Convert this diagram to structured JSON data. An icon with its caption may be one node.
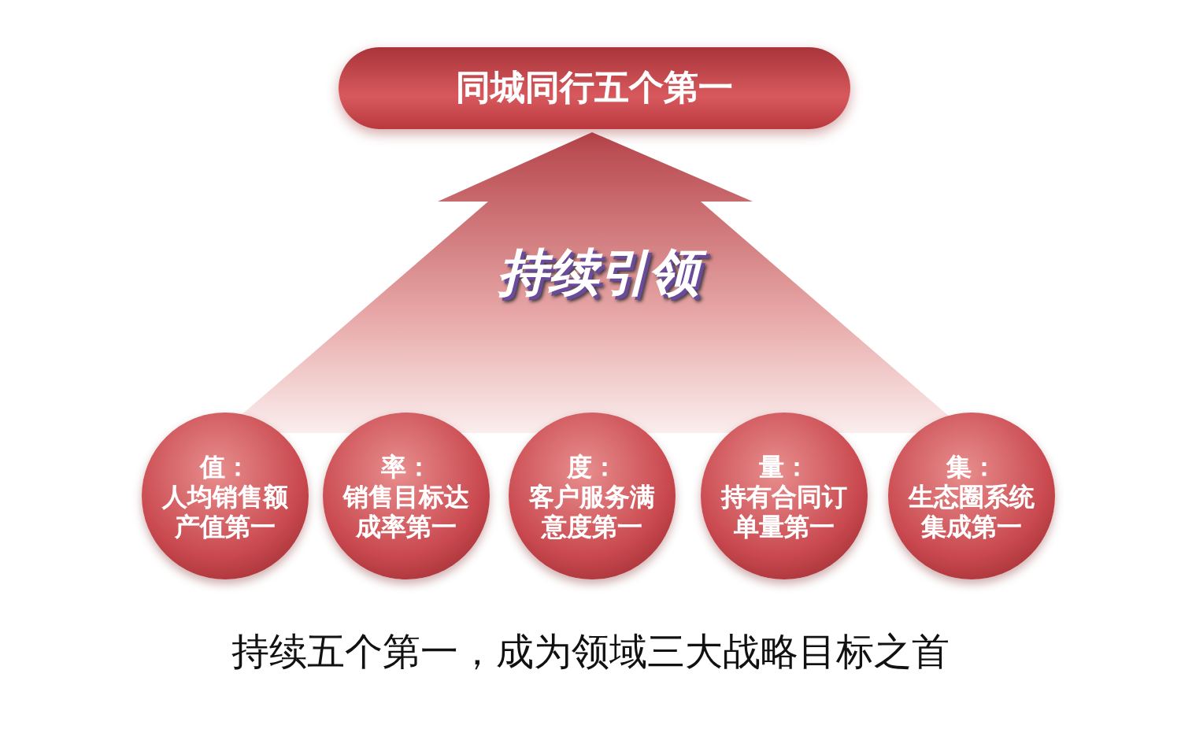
{
  "diagram": {
    "caption": "持续五个第一，成为领域三大战略目标之首",
    "nodes": [
      {
        "text": [
          "同城同行五个第一"
        ]
      },
      {
        "text": [
          "值：",
          "人均销售额产值第一"
        ]
      },
      {
        "text": [
          "率：",
          "销售目标达成率第一"
        ]
      },
      {
        "text": [
          "度：",
          "客户服务满意度第一"
        ]
      },
      {
        "text": [
          "量：",
          "持有合同订单量第一"
        ]
      },
      {
        "text": [
          "集：",
          "生态圈系统集成第一"
        ]
      }
    ],
    "edges": [
      {
        "from": 1,
        "to": 0,
        "arrow": "to"
      },
      {
        "from": 2,
        "to": 0,
        "arrow": "to"
      },
      {
        "from": 3,
        "to": 0,
        "arrow": "to",
        "label": "持续引领"
      },
      {
        "from": 4,
        "to": 0,
        "arrow": "to"
      },
      {
        "from": 5,
        "to": 0,
        "arrow": "to"
      }
    ]
  }
}
